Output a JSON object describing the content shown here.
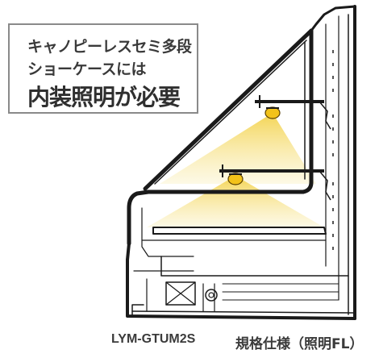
{
  "callout": {
    "line1": "キャノピーレスセミ多段",
    "line2": "ショーケースには",
    "line3": "内装照明が必要"
  },
  "caption": {
    "model": "LYM-GTUM2S",
    "spec": "規格仕様（照明FL）"
  },
  "colors": {
    "outline": "#1a1a1a",
    "light_beam": "#f6e9a6",
    "lamp": "#f2c21a",
    "callout_border": "#8a8a8a",
    "text": "#3a3a3a"
  },
  "icons": [
    "lamp-upper-icon",
    "lamp-lower-icon"
  ]
}
